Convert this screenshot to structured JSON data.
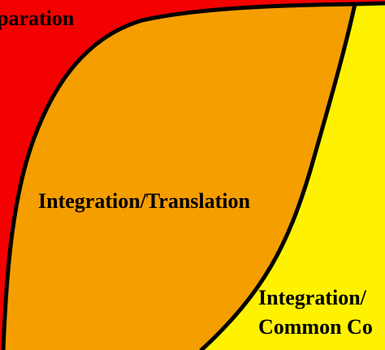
{
  "diagram": {
    "regions": [
      {
        "key": "separation",
        "label": "paration",
        "color": "#f50000"
      },
      {
        "key": "translation",
        "label": "Integration/Translation",
        "color": "#f59e00"
      },
      {
        "key": "common_code",
        "label_line1": "Integration/",
        "label_line2": "Common Co",
        "color": "#fff200"
      }
    ],
    "boundary_color": "#000000"
  }
}
